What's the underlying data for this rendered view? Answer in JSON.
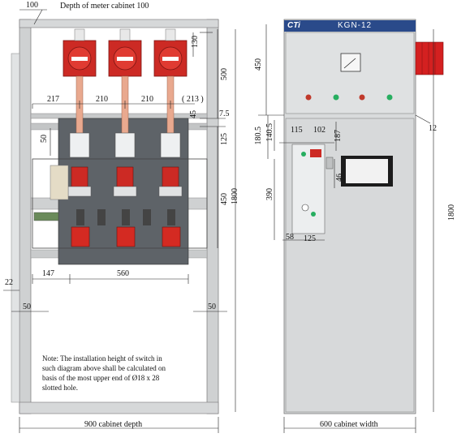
{
  "side_view": {
    "top_labels": {
      "depth_100": "100",
      "meter_cabinet": "Depth of meter cabinet 100"
    },
    "dims": {
      "d130": "130",
      "d500": "500",
      "d217": "217",
      "d210a": "210",
      "d210b": "210",
      "d213": "( 213 )",
      "d7_5": "7.5",
      "d45": "45",
      "d50_left": "50",
      "d125_right": "125",
      "d450_right": "450",
      "d1800_right": "1800",
      "d147": "147",
      "d560": "560",
      "d22": "22",
      "d50_bl": "50",
      "d50_br": "50",
      "d900": "900 cabinet depth"
    },
    "note": [
      "Note: The installation height of switch in",
      "such diagram above shall be calculated on",
      "basis of the most upper end of Ø18 x 28",
      "slotted hole."
    ]
  },
  "front_view": {
    "brand_logo": "CTi",
    "model": "KGN-12",
    "dims": {
      "d450_left": "450",
      "d180_5": "180.5",
      "d140_5": "140.5",
      "d115": "115",
      "d102": "102",
      "d187": "187",
      "d46": "46",
      "d390": "390",
      "d58": "58",
      "d125": "125",
      "d12": "12",
      "d1800": "1800",
      "d600": "600 cabinet width"
    },
    "indicator_colors": [
      "#c0392b",
      "#27ae60",
      "#c0392b",
      "#27ae60"
    ]
  },
  "colors": {
    "frame": "#c9cbcc",
    "busbar": "#e9a98f",
    "insulator": "#cc2a24",
    "body": "#d9dbdc",
    "brand_bar": "#2a4a8a",
    "bushing": "#d42020"
  }
}
